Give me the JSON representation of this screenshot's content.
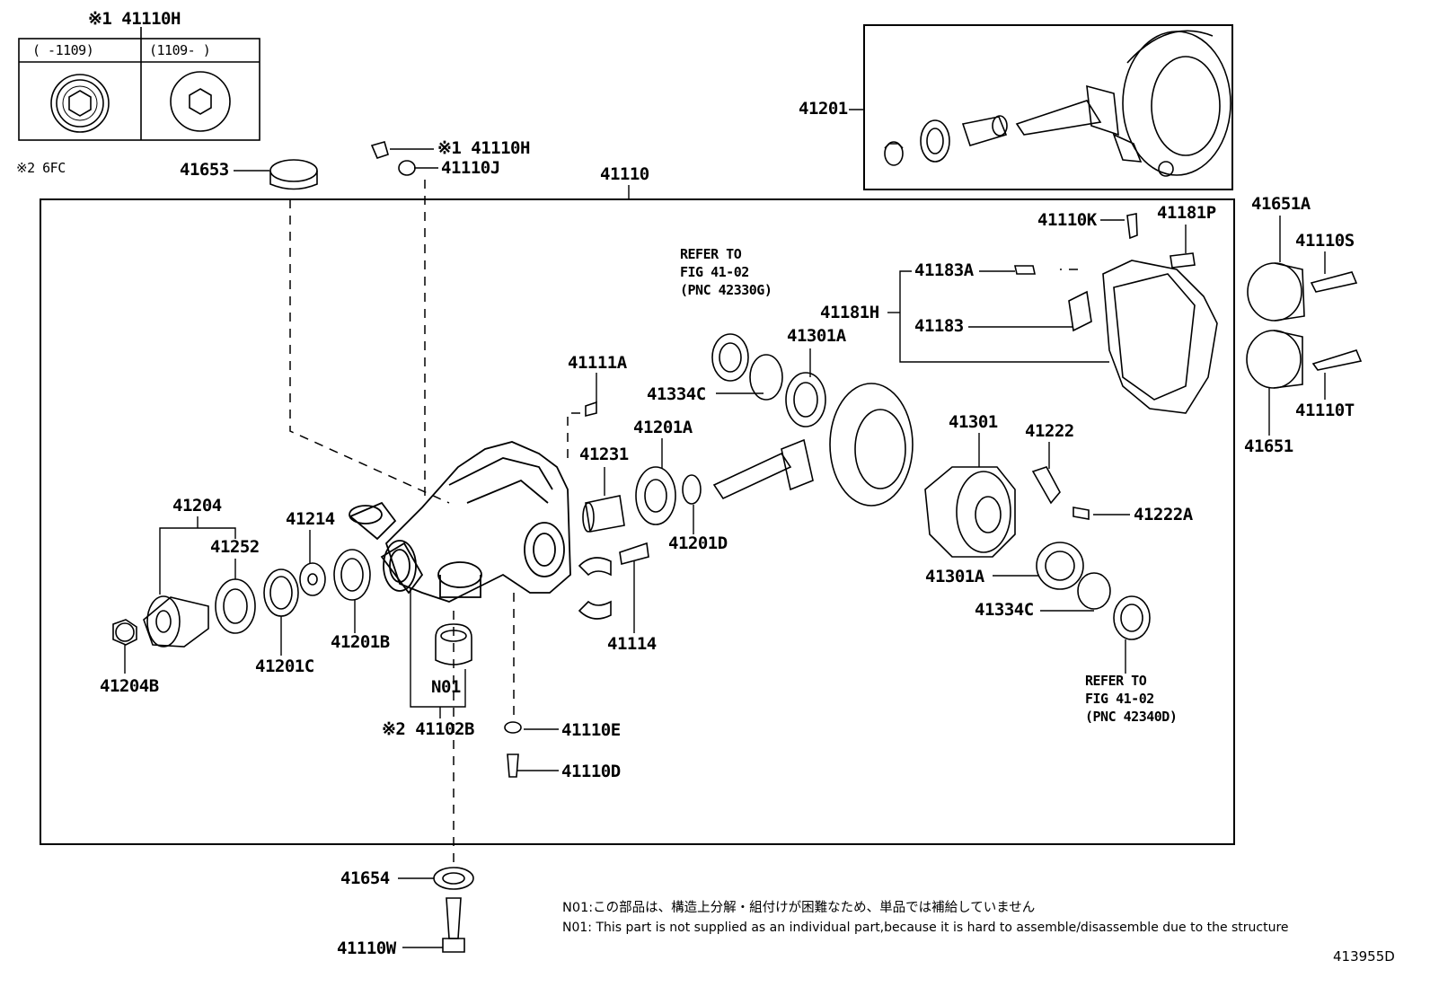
{
  "header_inset": {
    "ref": "※1 41110H",
    "left_col": "(      -1109)",
    "right_col": "(1109-      )"
  },
  "footnote_6fc": "※2 6FC",
  "labels": {
    "p41653": "41653",
    "p41110H_small": "※1 41110H",
    "p41110J": "41110J",
    "p41110": "41110",
    "p41201": "41201",
    "p41110K": "41110K",
    "p41181P": "41181P",
    "p41651A": "41651A",
    "p41110S": "41110S",
    "p41183A": "41183A",
    "p41181H": "41181H",
    "p41183": "41183",
    "p41110T": "41110T",
    "p41651": "41651",
    "p41301A_top": "41301A",
    "p41334C_top": "41334C",
    "p41111A": "41111A",
    "p41201A": "41201A",
    "p41231": "41231",
    "p41301": "41301",
    "p41222": "41222",
    "p41222A": "41222A",
    "p41204": "41204",
    "p41252": "41252",
    "p41214": "41214",
    "p41201D": "41201D",
    "p41114": "41114",
    "p41301A_bot": "41301A",
    "p41334C_bot": "41334C",
    "p41204B": "41204B",
    "p41201C": "41201C",
    "p41201B": "41201B",
    "pN01": "N01",
    "p41102B": "※2 41102B",
    "p41110E": "41110E",
    "p41110D": "41110D",
    "p41654": "41654",
    "p41110W": "41110W"
  },
  "refer_top": [
    "REFER TO",
    "FIG 41-02",
    "(PNC 42330G)"
  ],
  "refer_bottom": [
    "REFER TO",
    "FIG 41-02",
    "(PNC 42340D)"
  ],
  "notes": {
    "jp": "N01:この部品は、構造上分解・組付けが困難なため、単品では補給していません",
    "en": "N01: This part is not supplied as an individual part,because it is hard to assemble/disassemble due to the structure"
  },
  "diagram_id": "413955D"
}
